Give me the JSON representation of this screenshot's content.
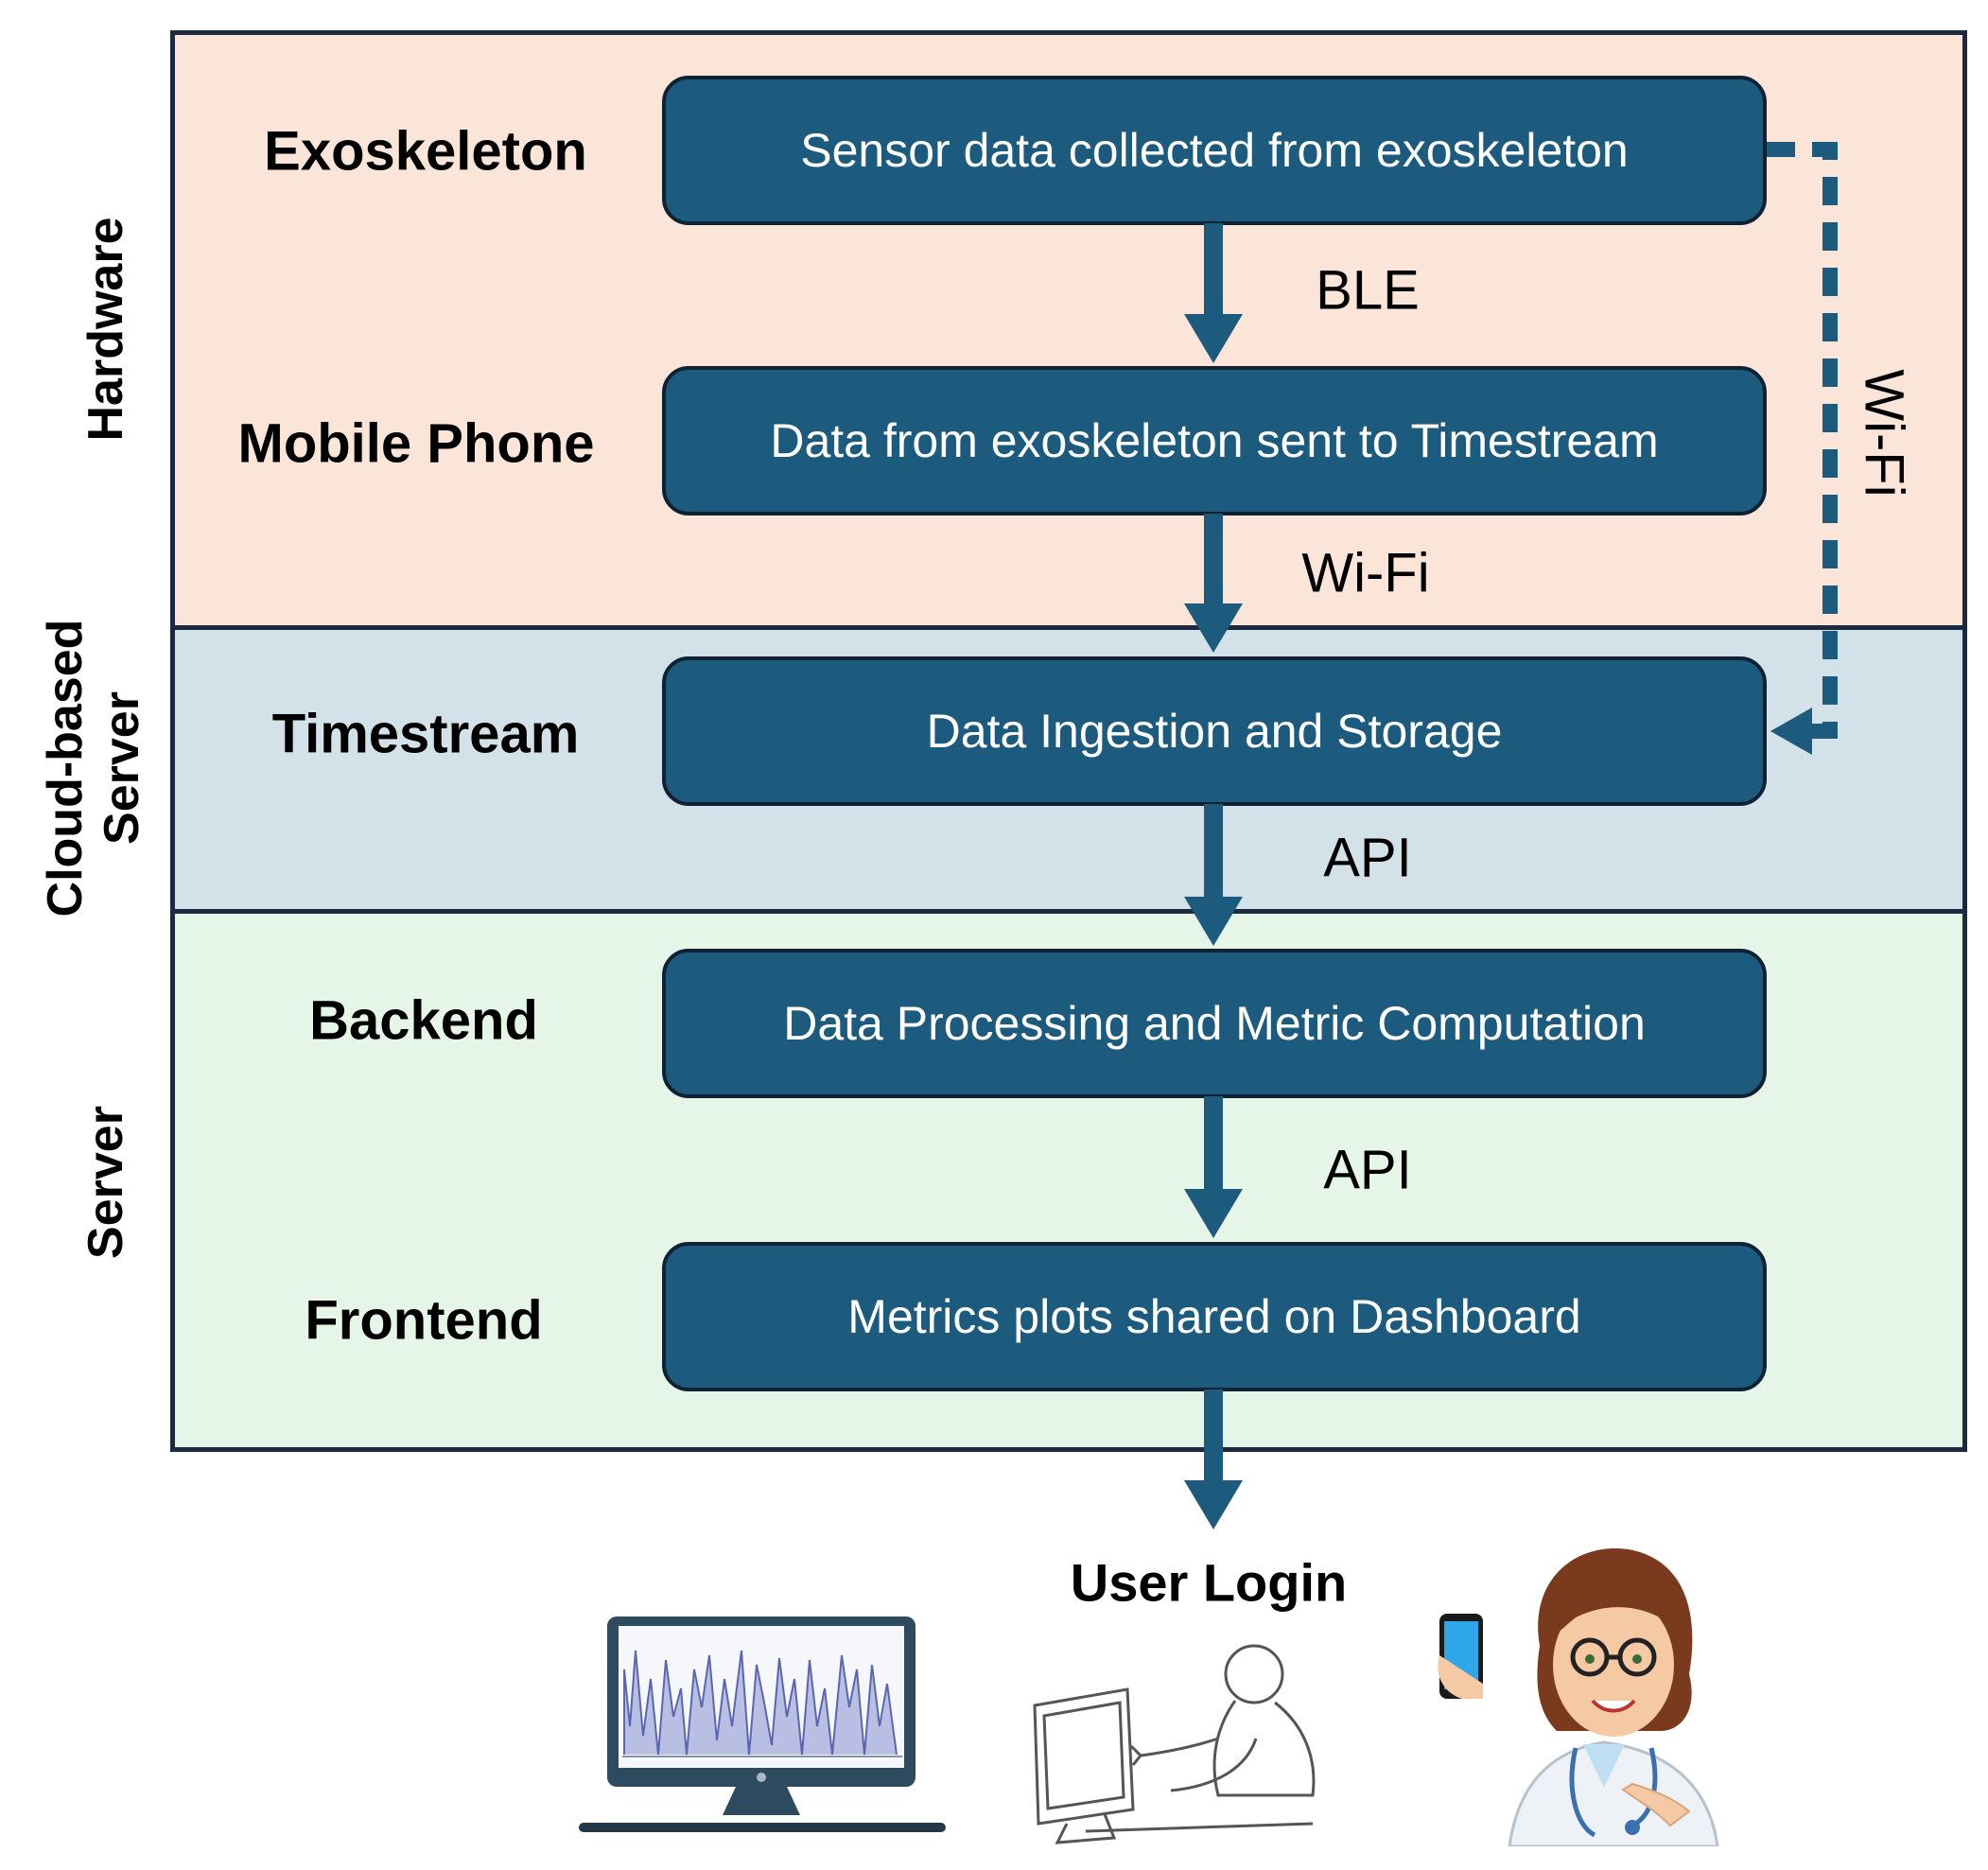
{
  "sections": {
    "hardware": "Hardware",
    "cloud_line1": "Cloud-based",
    "cloud_line2": "Server",
    "server": "Server"
  },
  "rows": [
    {
      "label": "Exoskeleton",
      "box": "Sensor data collected from exoskeleton"
    },
    {
      "label": "Mobile Phone",
      "box": "Data from exoskeleton sent to Timestream"
    },
    {
      "label": "Timestream",
      "box": "Data Ingestion and Storage"
    },
    {
      "label": "Backend",
      "box": "Data Processing and Metric Computation"
    },
    {
      "label": "Frontend",
      "box": "Metrics plots shared on Dashboard"
    }
  ],
  "edges": [
    {
      "from": "Exoskeleton",
      "to": "Mobile Phone",
      "label": "BLE"
    },
    {
      "from": "Mobile Phone",
      "to": "Timestream",
      "label": "Wi-Fi"
    },
    {
      "from": "Exoskeleton",
      "to": "Timestream",
      "label": "Wi-Fi",
      "style": "dashed"
    },
    {
      "from": "Timestream",
      "to": "Backend",
      "label": "API"
    },
    {
      "from": "Backend",
      "to": "Frontend",
      "label": "API"
    },
    {
      "from": "Frontend",
      "to": "User Login",
      "label": ""
    }
  ],
  "user_login": "User Login",
  "illustrations": [
    "monitor-dashboard-icon",
    "person-at-computer-icon",
    "doctor-with-phone-icon"
  ],
  "colors": {
    "hardware_band": "#fbe4d8",
    "cloud_band": "#d3e1e8",
    "server_band": "#e5f6e8",
    "box_fill": "#1c5a7e",
    "arrow": "#1c5a7e"
  }
}
